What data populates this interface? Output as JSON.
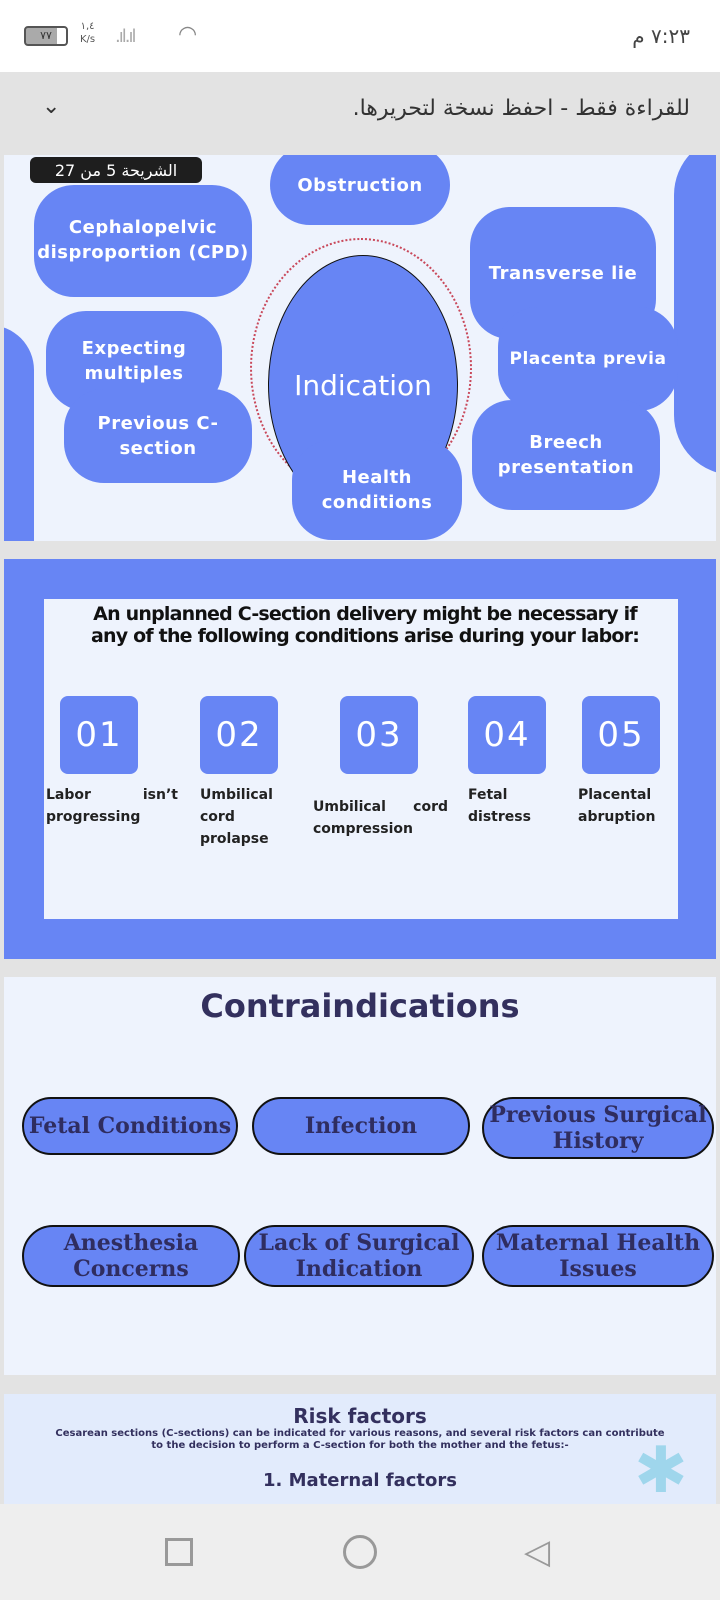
{
  "status_bar": {
    "battery": "٧٧",
    "speed_value": "١,٤",
    "speed_unit": "K/s",
    "time": "٧:٢٣ م"
  },
  "banner": {
    "text": "للقراءة فقط - احفظ نسخة لتحريرها."
  },
  "slide_counter": "الشريحة 5 من 27",
  "slide1": {
    "center": "Indication",
    "bubbles": [
      "Cephalopelvic disproportion (CPD)",
      "Obstruction",
      "Transverse lie",
      "Expecting multiples",
      "Placenta previa",
      "Previous C-section",
      "Breech presentation",
      "Health conditions"
    ]
  },
  "slide2": {
    "title": "An unplanned C-section delivery might be necessary if any of the following conditions arise during your labor:",
    "items": [
      {
        "num": "01",
        "label": "Labor isn’t progressing"
      },
      {
        "num": "02",
        "label": "Umbilical cord prolapse"
      },
      {
        "num": "03",
        "label": "Umbilical cord compression"
      },
      {
        "num": "04",
        "label": "Fetal distress"
      },
      {
        "num": "05",
        "label": "Placental abruption"
      }
    ]
  },
  "slide3": {
    "title": "Contraindications",
    "items": [
      "Fetal Conditions",
      "Infection",
      "Previous Surgical History",
      "Anesthesia Concerns",
      "Lack of Surgical Indication",
      "Maternal Health Issues"
    ]
  },
  "slide4": {
    "title": "Risk factors",
    "intro": "Cesarean sections (C-sections) can be indicated for various reasons, and several risk factors can contribute to the decision to perform a C-section for both the mother and the fetus:-",
    "subheading": "1. Maternal factors"
  },
  "colors": {
    "accent": "#6785f4",
    "dark_text": "#2f2d60"
  }
}
